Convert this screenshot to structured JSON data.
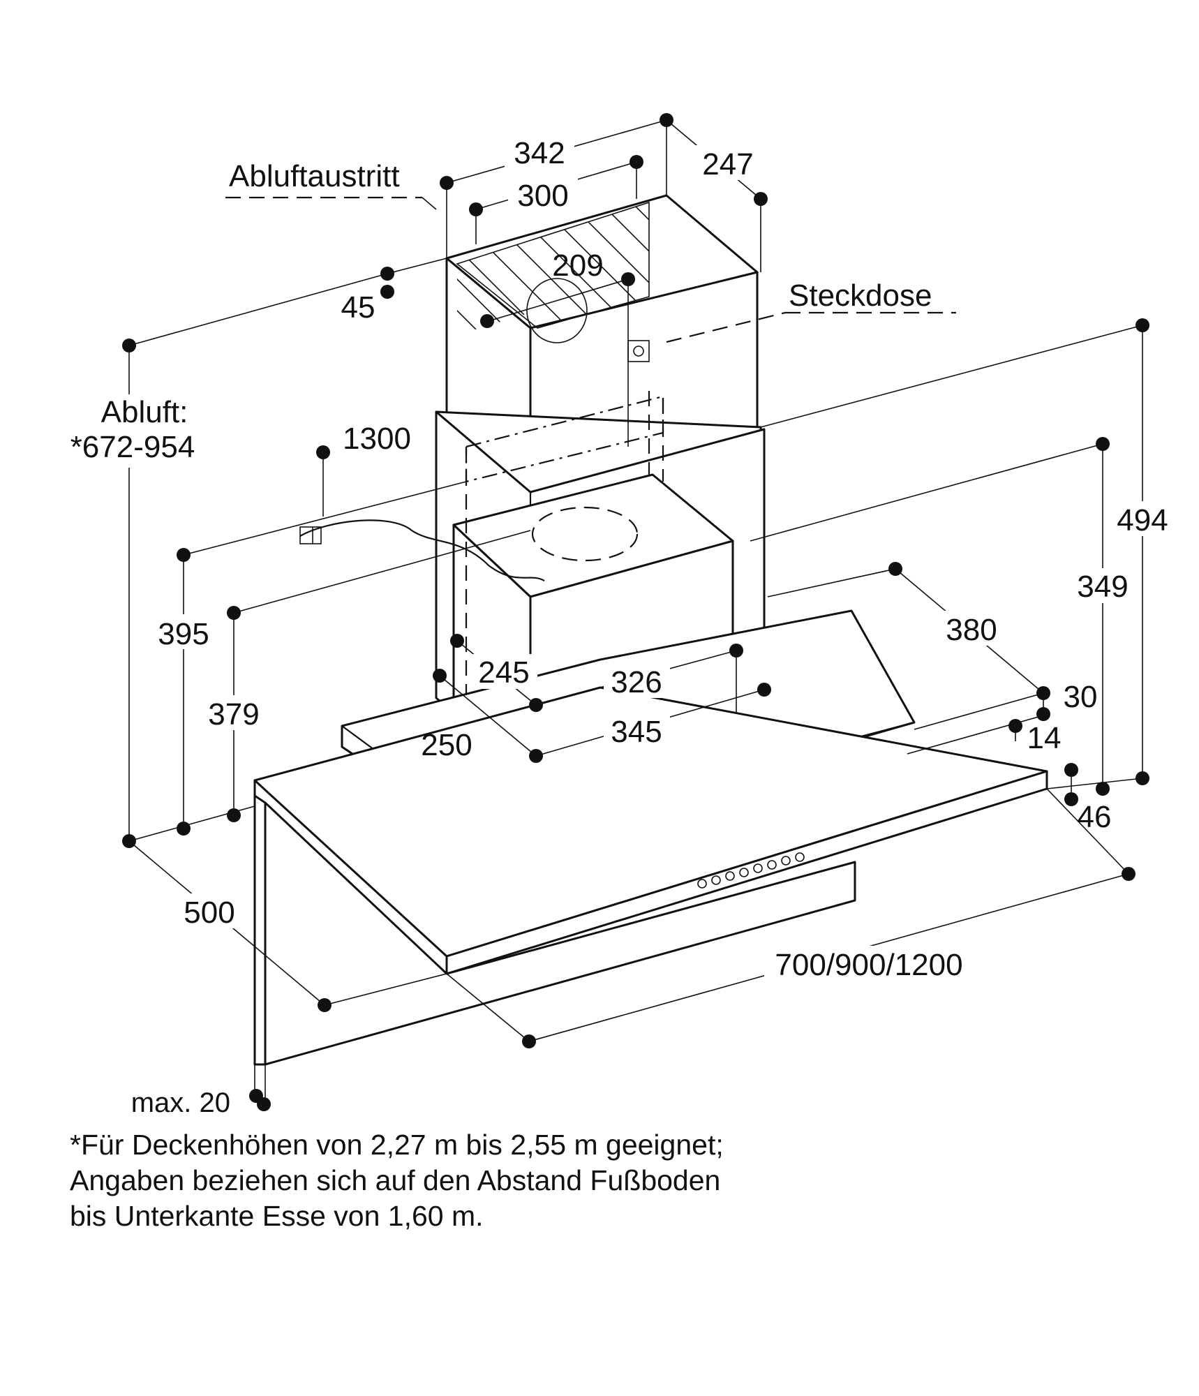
{
  "labels": {
    "exhaust_outlet": "Abluftaustritt",
    "socket": "Steckdose",
    "exhaust_line1": "Abluft:",
    "exhaust_line2": "*672-954",
    "max": "max. 20"
  },
  "dimensions": {
    "d342": "342",
    "d300": "300",
    "d247": "247",
    "d209": "209",
    "d45": "45",
    "d1300": "1300",
    "d494": "494",
    "d349": "349",
    "d395": "395",
    "d379": "379",
    "d380": "380",
    "d245": "245",
    "d326": "326",
    "d345": "345",
    "d250": "250",
    "d30": "30",
    "d14": "14",
    "d46": "46",
    "d500": "500",
    "width": "700/900/1200"
  },
  "footnote": [
    "*Für Deckenhöhen von 2,27 m bis 2,55 m geeignet;",
    "Angaben beziehen sich auf den Abstand Fußboden",
    "bis Unterkante Esse von 1,60 m."
  ]
}
